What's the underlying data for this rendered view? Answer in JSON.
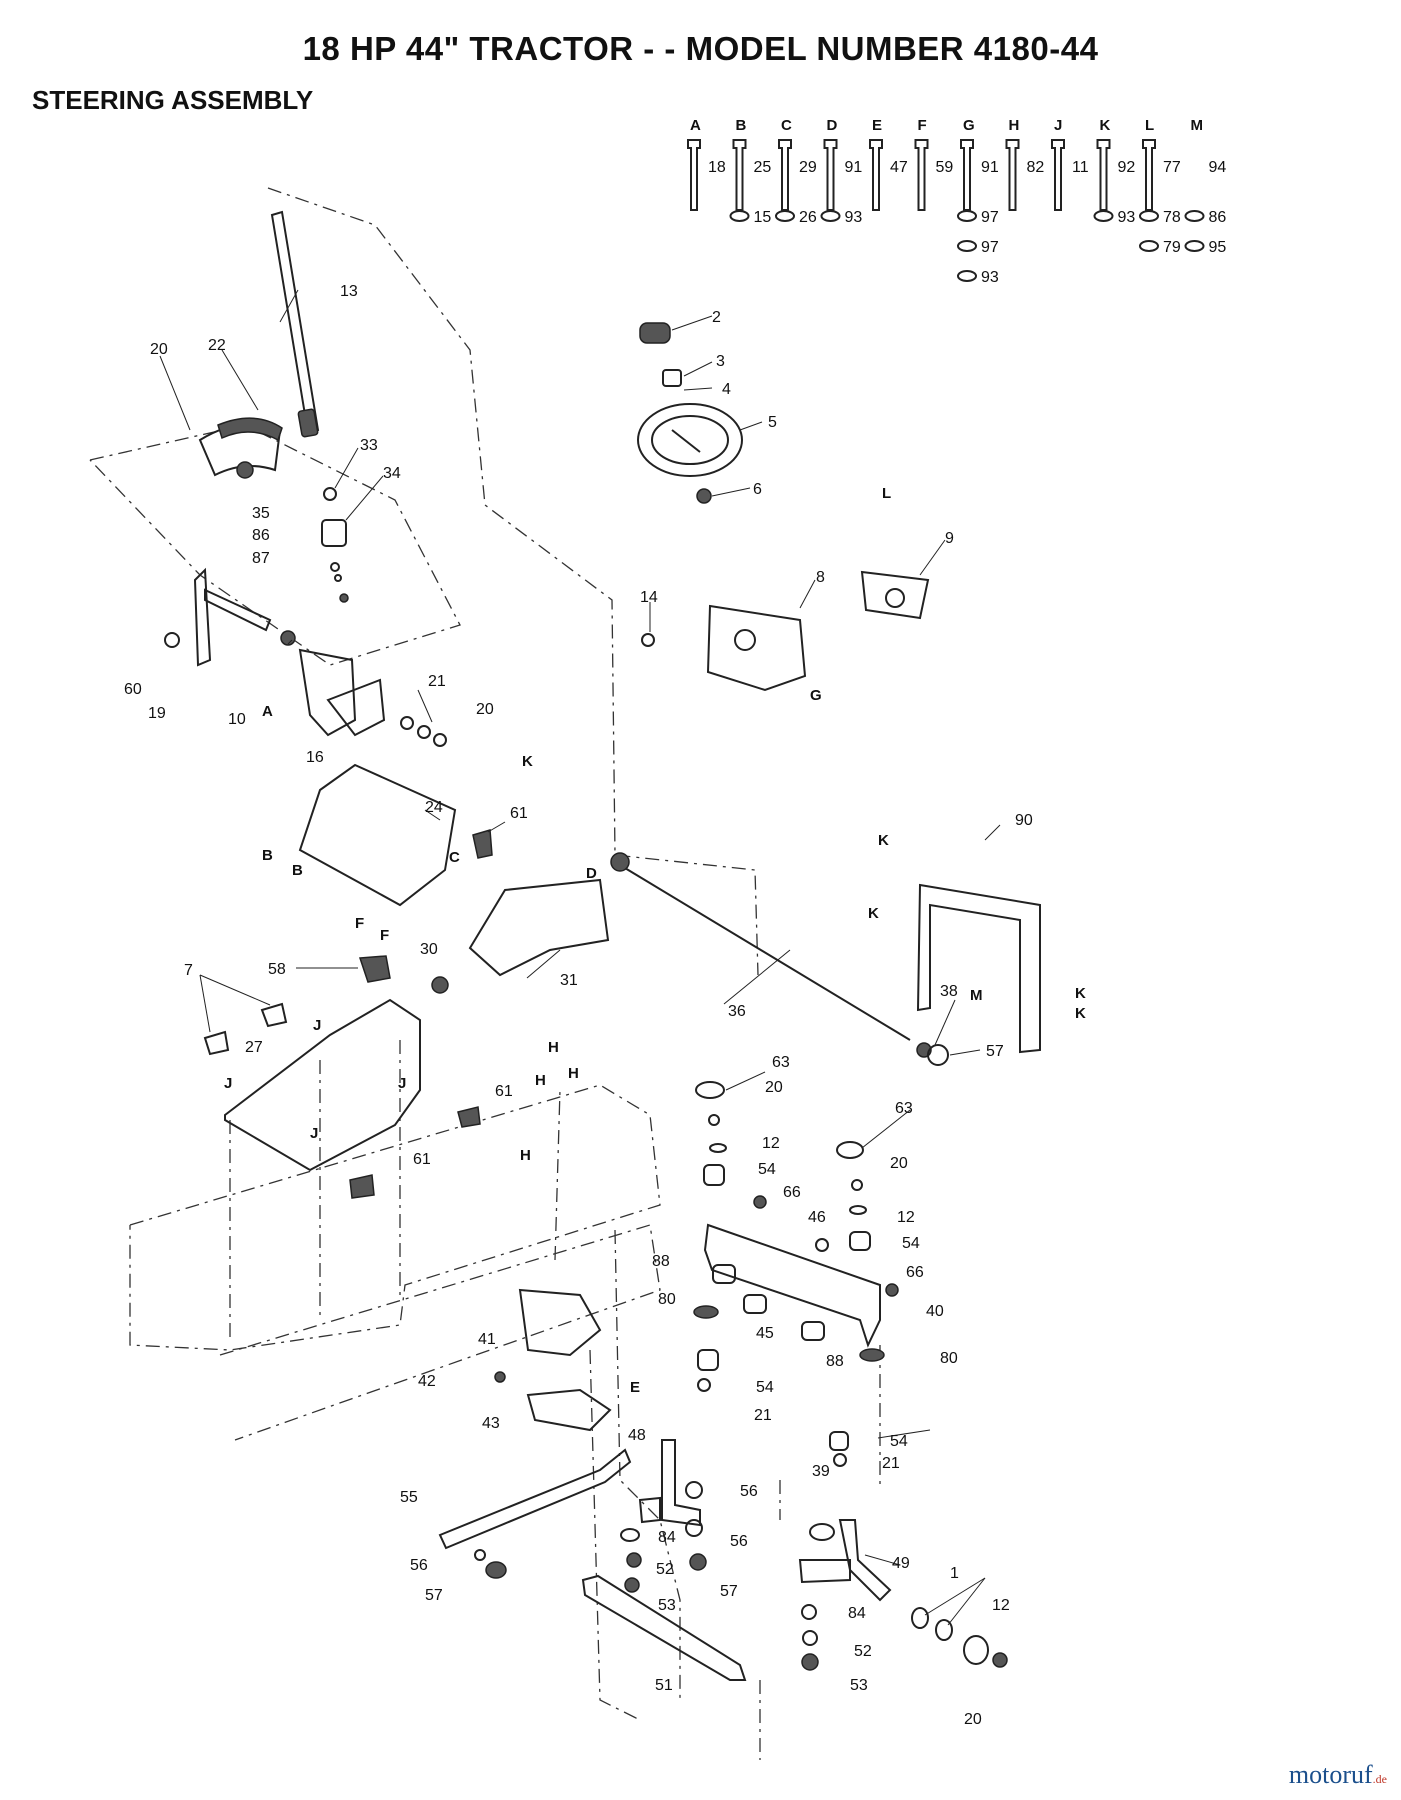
{
  "title": "18 HP 44\" TRACTOR - - MODEL NUMBER 4180-44",
  "section": "STEERING ASSEMBLY",
  "watermark": "motoruf",
  "watermark_suffix": ".de",
  "hardware_keys": [
    {
      "key": "A",
      "parts": [
        "18"
      ]
    },
    {
      "key": "B",
      "parts": [
        "25",
        "15"
      ]
    },
    {
      "key": "C",
      "parts": [
        "29",
        "26"
      ]
    },
    {
      "key": "D",
      "parts": [
        "91",
        "93"
      ]
    },
    {
      "key": "E",
      "parts": [
        "47"
      ]
    },
    {
      "key": "F",
      "parts": [
        "59"
      ]
    },
    {
      "key": "G",
      "parts": [
        "91",
        "97",
        "97",
        "93"
      ]
    },
    {
      "key": "H",
      "parts": [
        "82"
      ]
    },
    {
      "key": "J",
      "parts": [
        "11"
      ]
    },
    {
      "key": "K",
      "parts": [
        "92",
        "93"
      ]
    },
    {
      "key": "L",
      "parts": [
        "77",
        "78",
        "79"
      ]
    },
    {
      "key": "M",
      "parts": [
        "94",
        "86",
        "95"
      ]
    }
  ],
  "callouts": [
    "2",
    "3",
    "4",
    "5",
    "6",
    "8",
    "9",
    "13",
    "14",
    "20",
    "22",
    "33",
    "34",
    "35",
    "86",
    "87",
    "60",
    "19",
    "10",
    "21",
    "20",
    "16",
    "24",
    "61",
    "58",
    "30",
    "31",
    "36",
    "38",
    "57",
    "7",
    "27",
    "61",
    "61",
    "63",
    "20",
    "12",
    "54",
    "66",
    "63",
    "20",
    "12",
    "46",
    "54",
    "88",
    "80",
    "45",
    "66",
    "40",
    "88",
    "80",
    "41",
    "42",
    "43",
    "54",
    "21",
    "54",
    "21",
    "48",
    "55",
    "56",
    "56",
    "39",
    "49",
    "84",
    "52",
    "57",
    "56",
    "57",
    "53",
    "1",
    "12",
    "84",
    "52",
    "53",
    "51",
    "20",
    "90"
  ],
  "ref_letters": [
    "A",
    "B",
    "B",
    "C",
    "D",
    "E",
    "F",
    "F",
    "G",
    "H",
    "H",
    "H",
    "H",
    "J",
    "J",
    "J",
    "J",
    "K",
    "K",
    "K",
    "K",
    "K",
    "L",
    "M"
  ]
}
